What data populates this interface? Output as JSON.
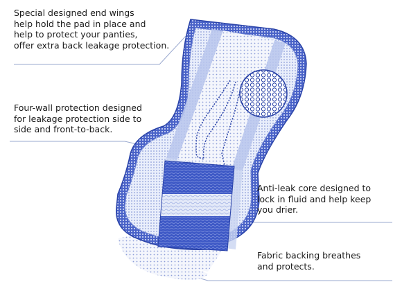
{
  "callouts": {
    "end_wings": "Special designed end wings\nhelp hold the pad in place and\nhelp to protect your panties,\noffer extra back leakage protection.",
    "four_wall": "Four-wall protection designed\nfor leakage protection side to\nside and front-to-back.",
    "anti_leak_core": "Anti-leak core designed to\nlock in fluid and help keep\nyou drier.",
    "fabric_backing": "Fabric backing breathes\nand protects."
  },
  "colors": {
    "outline": "#2a43a8",
    "mesh_fill": "#eef2fb",
    "channel": "#b9c6ec",
    "core_dark": "#3a56c4",
    "core_light": "#dde4f6",
    "leader_line": "#9aa9cf"
  }
}
